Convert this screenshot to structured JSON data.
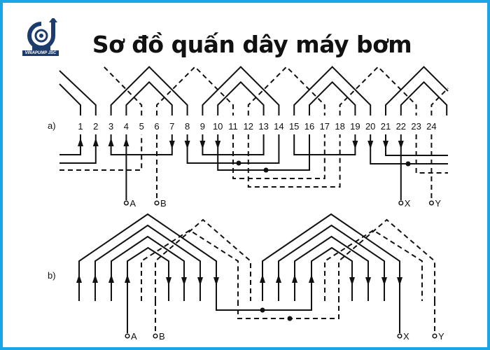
{
  "title": "Sơ đồ quấn dây máy bơm",
  "logo": {
    "text": "VINAPUMP JSC",
    "color": "#1d3c6e"
  },
  "border_color": "#1aa6e6",
  "diagram_a": {
    "label": "a)",
    "slots": [
      "1",
      "2",
      "3",
      "4",
      "5",
      "6",
      "7",
      "8",
      "9",
      "10",
      "11",
      "12",
      "13",
      "14",
      "15",
      "16",
      "17",
      "18",
      "19",
      "20",
      "21",
      "22",
      "23",
      "24"
    ],
    "terminals": [
      "A",
      "B",
      "X",
      "Y"
    ]
  },
  "diagram_b": {
    "label": "b)",
    "terminals": [
      "A",
      "B",
      "X",
      "Y"
    ]
  }
}
